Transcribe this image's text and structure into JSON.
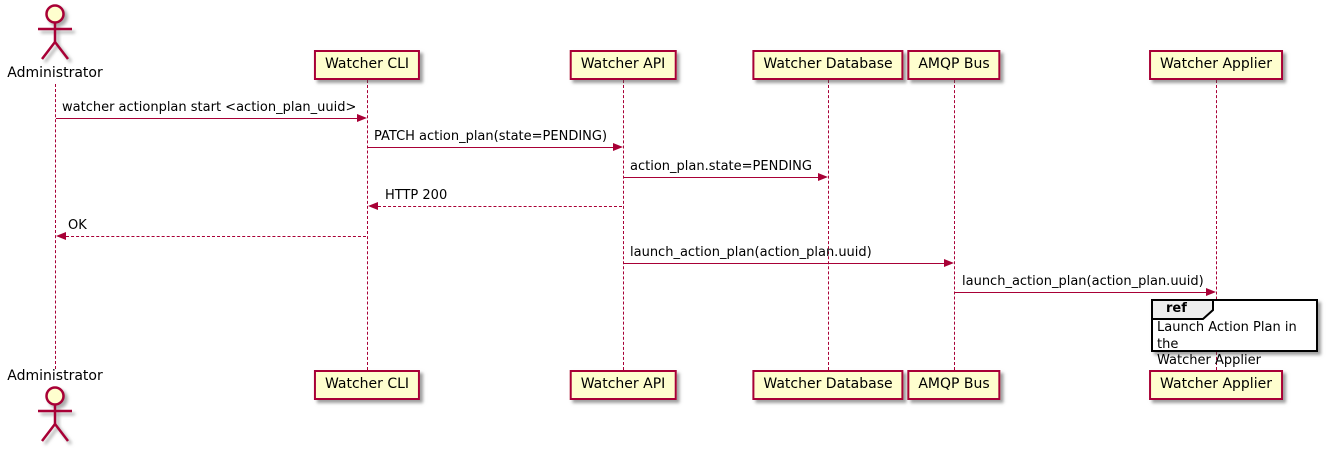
{
  "colors": {
    "line": "#A80036",
    "participant_fill": "#FEFECE",
    "participant_border": "#A80036",
    "ref_header_fill": "#EEEEEE",
    "ref_border": "#000000",
    "text": "#000000",
    "background": "#FFFFFF"
  },
  "actors": [
    {
      "name": "Administrator"
    }
  ],
  "participants": [
    {
      "label": "Watcher CLI"
    },
    {
      "label": "Watcher API"
    },
    {
      "label": "Watcher Database"
    },
    {
      "label": "AMQP Bus"
    },
    {
      "label": "Watcher Applier"
    }
  ],
  "messages": [
    {
      "text": "watcher actionplan start <action_plan_uuid>",
      "from": "Administrator",
      "to": "Watcher CLI",
      "style": "solid"
    },
    {
      "text": "PATCH action_plan(state=PENDING)",
      "from": "Watcher CLI",
      "to": "Watcher API",
      "style": "solid"
    },
    {
      "text": "action_plan.state=PENDING",
      "from": "Watcher API",
      "to": "Watcher Database",
      "style": "solid"
    },
    {
      "text": "HTTP 200",
      "from": "Watcher API",
      "to": "Watcher CLI",
      "style": "dotted"
    },
    {
      "text": "OK",
      "from": "Watcher CLI",
      "to": "Administrator",
      "style": "dotted"
    },
    {
      "text": "launch_action_plan(action_plan.uuid)",
      "from": "Watcher API",
      "to": "AMQP Bus",
      "style": "solid"
    },
    {
      "text": "launch_action_plan(action_plan.uuid)",
      "from": "AMQP Bus",
      "to": "Watcher Applier",
      "style": "solid"
    }
  ],
  "ref": {
    "keyword": "ref",
    "text": "Launch Action Plan in the\nWatcher Applier"
  }
}
